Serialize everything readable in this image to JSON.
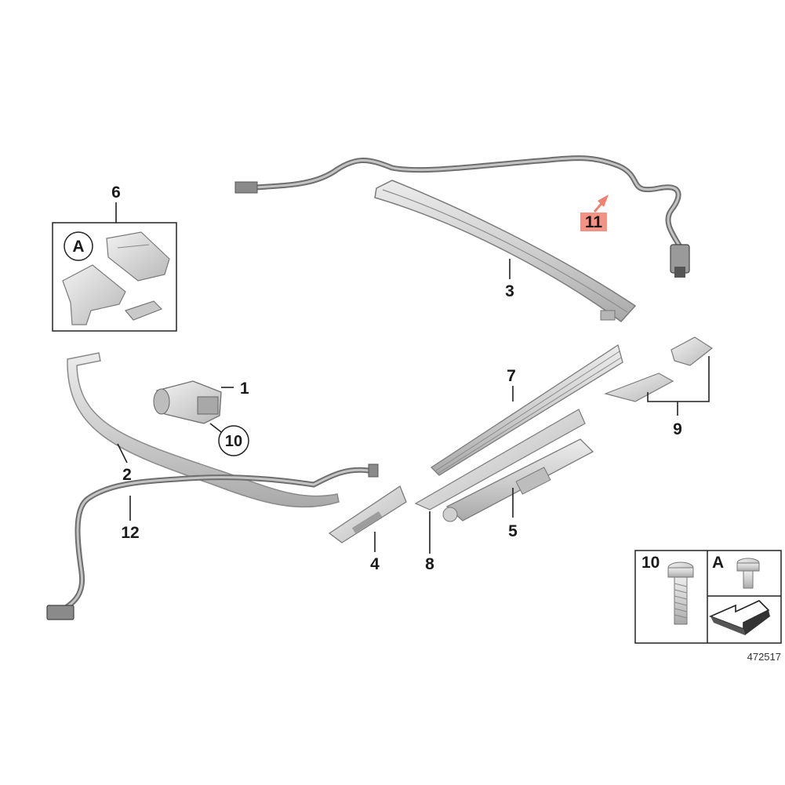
{
  "callouts": {
    "c1": "1",
    "c2": "2",
    "c3": "3",
    "c4": "4",
    "c5": "5",
    "c6": "6",
    "c7": "7",
    "c8": "8",
    "c9": "9",
    "c10": "10",
    "c11": "11",
    "c12": "12",
    "cA": "A"
  },
  "legend": {
    "screw_10_label": "10",
    "screw_A_label": "A"
  },
  "reference_number": "472517",
  "colors": {
    "highlight": "#f08070",
    "part_fill": "#d6d6d6",
    "part_stroke": "#8a8a8a"
  }
}
